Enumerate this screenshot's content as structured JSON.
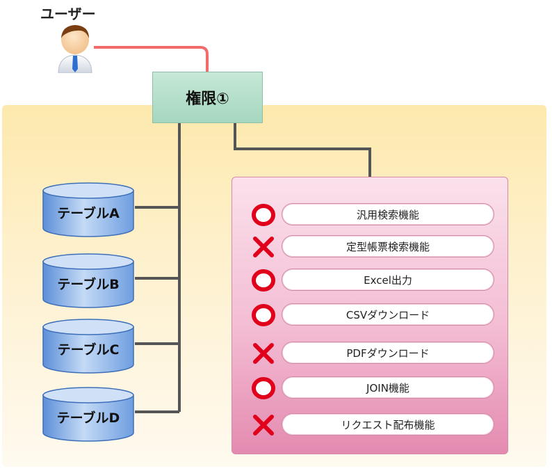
{
  "user": {
    "label": "ユーザー",
    "icon": "user-icon"
  },
  "permission": {
    "label": "権限①"
  },
  "tables": [
    {
      "label": "テーブルA"
    },
    {
      "label": "テーブルB"
    },
    {
      "label": "テーブルC"
    },
    {
      "label": "テーブルD"
    }
  ],
  "functions": [
    {
      "label": "汎用検索機能",
      "mark": "circle"
    },
    {
      "label": "定型帳票検索機能",
      "mark": "cross"
    },
    {
      "label": "Excel出力",
      "mark": "circle"
    },
    {
      "label": "CSVダウンロード",
      "mark": "circle"
    },
    {
      "label": "PDFダウンロード",
      "mark": "cross"
    },
    {
      "label": "JOIN機能",
      "mark": "circle"
    },
    {
      "label": "リクエスト配布機能",
      "mark": "cross"
    }
  ],
  "colors": {
    "user_link": "#f26b6b",
    "connector": "#555555",
    "circle_mark": "#e0001b",
    "cross_mark": "#e0001b",
    "permission_box": "#b8e0cd",
    "function_panel": "#f3bcd3",
    "background_panel": "#fde9ad"
  }
}
